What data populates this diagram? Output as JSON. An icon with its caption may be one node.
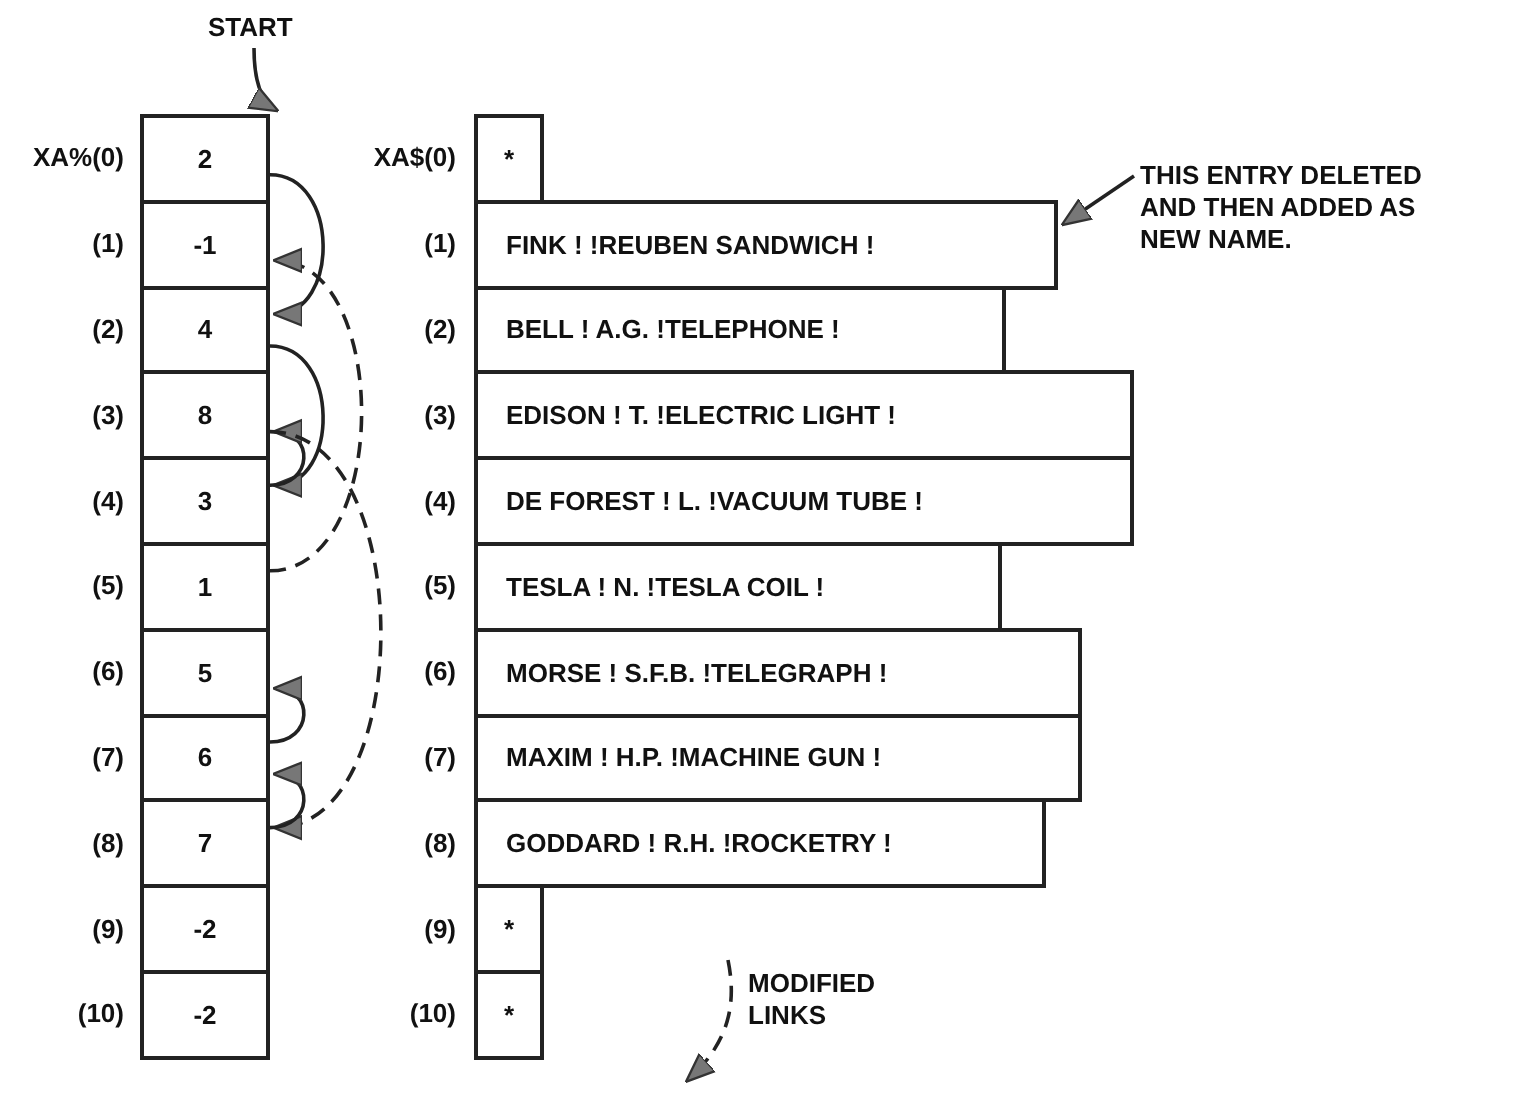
{
  "diagram": {
    "nodes": [
      {
        "text": [
          "2"
        ],
        "beside": [
          "XA%(0)"
        ]
      },
      {
        "text": [
          "-1"
        ],
        "beside": [
          "(1)"
        ]
      },
      {
        "text": [
          "4"
        ],
        "beside": [
          "(2)"
        ]
      },
      {
        "text": [
          "8"
        ],
        "beside": [
          "(3)"
        ]
      },
      {
        "text": [
          "3"
        ],
        "beside": [
          "(4)"
        ]
      },
      {
        "text": [
          "1"
        ],
        "beside": [
          "(5)"
        ]
      },
      {
        "text": [
          "5"
        ],
        "beside": [
          "(6)"
        ]
      },
      {
        "text": [
          "6"
        ],
        "beside": [
          "(7)"
        ]
      },
      {
        "text": [
          "7"
        ],
        "beside": [
          "(8)"
        ]
      },
      {
        "text": [
          "-2"
        ],
        "beside": [
          "(9)"
        ]
      },
      {
        "text": [
          "-2"
        ],
        "beside": [
          "(10)"
        ]
      },
      {
        "text": [
          "*"
        ],
        "beside": [
          "XA$(0)"
        ]
      },
      {
        "text": [
          "FINK ! !REUBEN SANDWICH !"
        ],
        "beside": [
          "(1)"
        ]
      },
      {
        "text": [
          "BELL ! A.G. !TELEPHONE !"
        ],
        "beside": [
          "(2)"
        ]
      },
      {
        "text": [
          "EDISON ! T. !ELECTRIC LIGHT !"
        ],
        "beside": [
          "(3)"
        ]
      },
      {
        "text": [
          "DE FOREST ! L. !VACUUM TUBE !"
        ],
        "beside": [
          "(4)"
        ]
      },
      {
        "text": [
          "TESLA ! N. !TESLA COIL !"
        ],
        "beside": [
          "(5)"
        ]
      },
      {
        "text": [
          "MORSE ! S.F.B. !TELEGRAPH !"
        ],
        "beside": [
          "(6)"
        ]
      },
      {
        "text": [
          "MAXIM ! H.P. !MACHINE GUN !"
        ],
        "beside": [
          "(7)"
        ]
      },
      {
        "text": [
          "GODDARD ! R.H. !ROCKETRY !"
        ],
        "beside": [
          "(8)"
        ]
      },
      {
        "text": [
          "*"
        ],
        "beside": [
          "(9)"
        ]
      },
      {
        "text": [
          "*"
        ],
        "beside": [
          "(10)"
        ]
      },
      {
        "text": [
          "START"
        ]
      },
      {
        "text": [
          "THIS ENTRY DELETED AND THEN ADDED AS NEW NAME."
        ]
      }
    ],
    "edges": [
      {
        "from": 22,
        "to": 0,
        "arrow": "to"
      },
      {
        "from": 0,
        "to": 2,
        "arrow": "to"
      },
      {
        "from": 2,
        "to": 4,
        "arrow": "to"
      },
      {
        "from": 4,
        "to": 3,
        "arrow": "to"
      },
      {
        "from": 3,
        "to": 8,
        "arrow": "to",
        "style": "dashed"
      },
      {
        "from": 8,
        "to": 7,
        "arrow": "to"
      },
      {
        "from": 7,
        "to": 6,
        "arrow": "to"
      },
      {
        "from": 5,
        "to": 1,
        "arrow": "to",
        "style": "dashed"
      },
      {
        "from": 23,
        "to": 12,
        "arrow": "to"
      }
    ],
    "legend": [
      {
        "text": "MODIFIED LINKS"
      }
    ]
  }
}
